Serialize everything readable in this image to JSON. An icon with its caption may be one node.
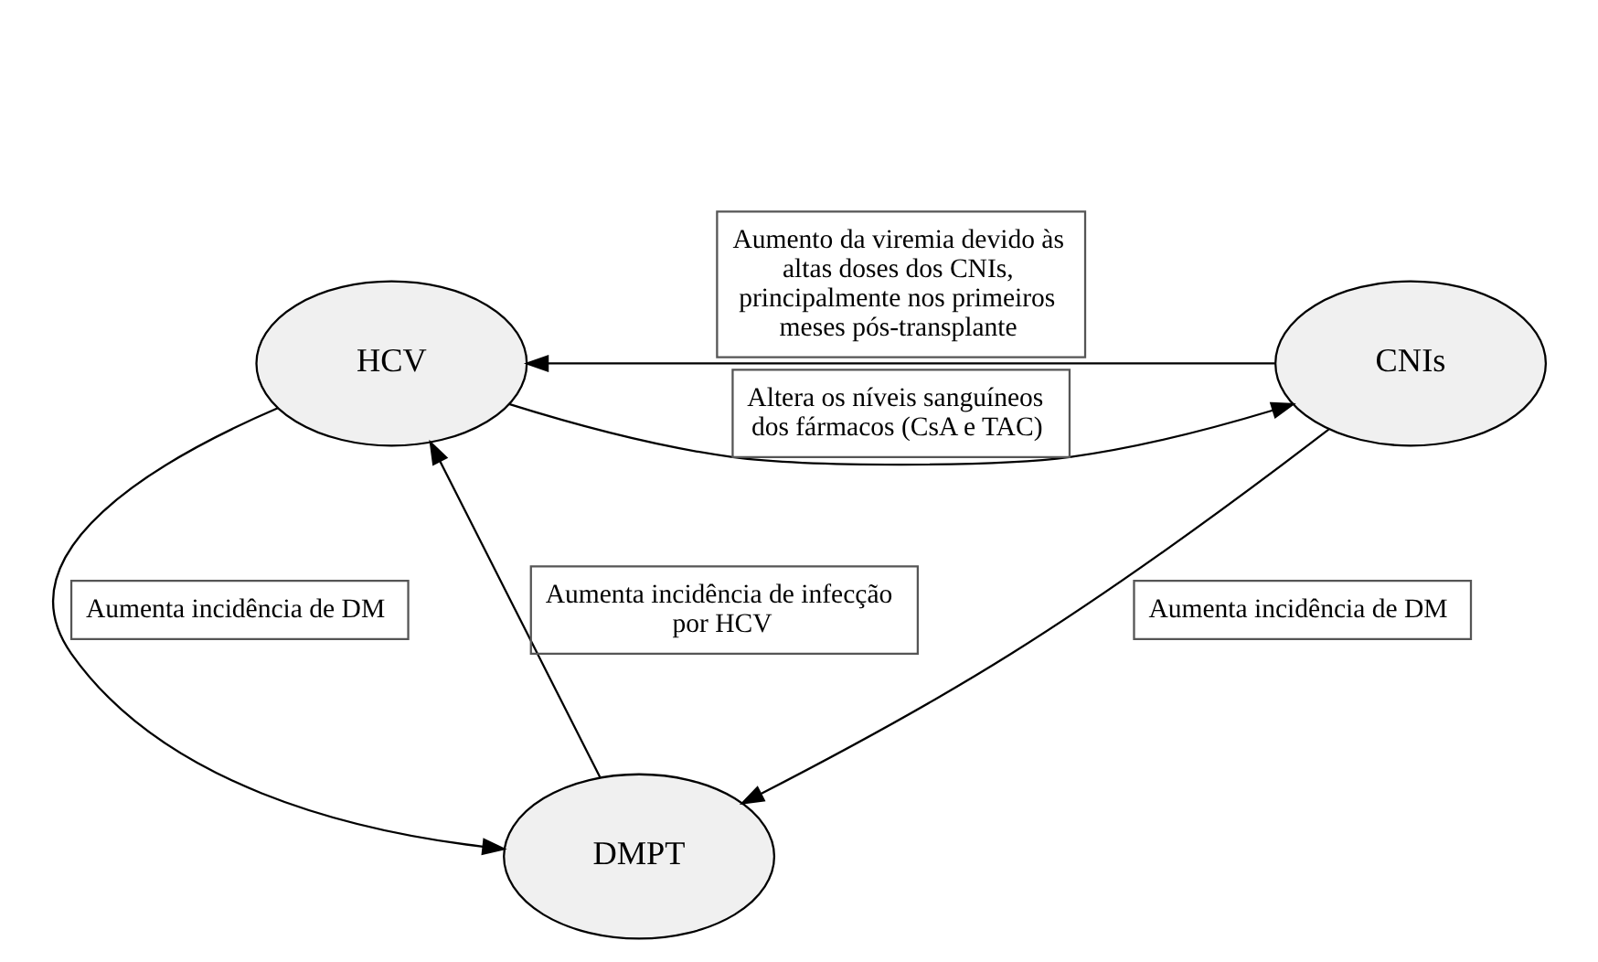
{
  "diagram": {
    "nodes": [
      {
        "text": [
          "HCV"
        ]
      },
      {
        "text": [
          "CNIs"
        ]
      },
      {
        "text": [
          "DMPT"
        ]
      }
    ],
    "edges": [
      {
        "from": 0,
        "to": 1,
        "arrow": "to",
        "label": "Altera os níveis sanguíneos dos fármacos (CsA e TAC)"
      },
      {
        "from": 1,
        "to": 0,
        "arrow": "to",
        "label": "Aumento da viremia devido às altas doses dos CNIs, principalmente nos primeiros meses pós-transplante"
      },
      {
        "from": 2,
        "to": 0,
        "arrow": "to",
        "label": "Aumenta incidência de infecção por HCV"
      },
      {
        "from": 0,
        "to": 2,
        "arrow": "to",
        "label": "Aumenta incidência de DM"
      },
      {
        "from": 1,
        "to": 2,
        "arrow": "to",
        "label": "Aumenta incidência de DM"
      }
    ]
  }
}
